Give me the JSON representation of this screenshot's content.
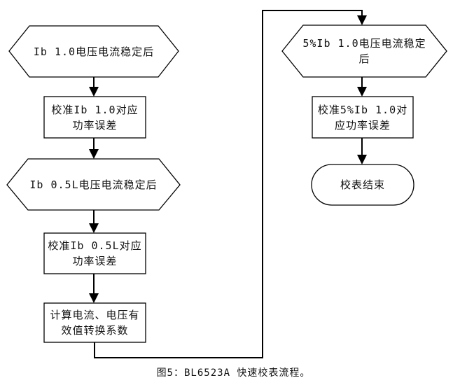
{
  "figure": {
    "caption": "图5：BL6523A 快速校表流程。"
  },
  "colors": {
    "line": "#000000",
    "shape_fill": "#ffffff",
    "text": "#111111",
    "background": "#ffffff"
  },
  "nodes": {
    "hex_ib10": {
      "shape": "hexagon",
      "text": "Ib 1.0电压电流稳定后"
    },
    "rect_cal_ib10": {
      "shape": "process",
      "text": "校准Ib 1.0对应\n功率误差"
    },
    "hex_ib05l": {
      "shape": "hexagon",
      "text": "Ib 0.5L电压电流稳定后"
    },
    "rect_cal_ib05l": {
      "shape": "process",
      "text": "校准Ib 0.5L对应\n功率误差"
    },
    "rect_calc_rms": {
      "shape": "process",
      "text": "计算电流、电压有\n效值转换系数"
    },
    "hex_5ib10": {
      "shape": "hexagon",
      "text": "5%Ib 1.0电压电流稳定\n后"
    },
    "rect_cal_5ib10": {
      "shape": "process",
      "text": "校准5%Ib 1.0对\n应功率误差"
    },
    "term_end": {
      "shape": "terminator",
      "text": "校表结束"
    }
  },
  "flow": {
    "left_sequence": [
      "hex_ib10",
      "rect_cal_ib10",
      "hex_ib05l",
      "rect_cal_ib05l",
      "rect_calc_rms"
    ],
    "right_sequence": [
      "hex_5ib10",
      "rect_cal_5ib10",
      "term_end"
    ],
    "loop_connector": "rect_calc_rms -> hex_5ib10"
  }
}
